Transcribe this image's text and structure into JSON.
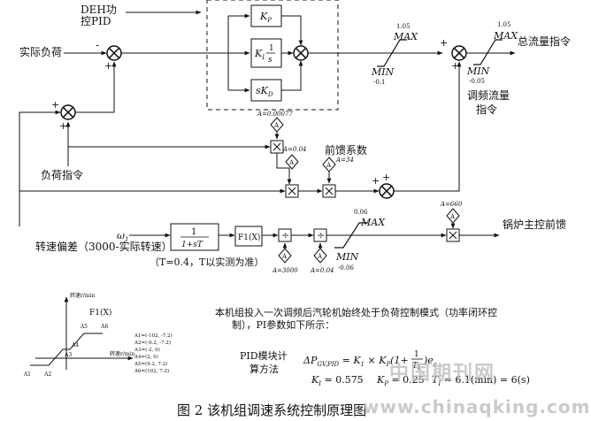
{
  "labels": {
    "deh_line1": "DEH功",
    "deh_line2": "控PID",
    "actual_load": "实际负荷",
    "load_command": "负荷指令",
    "total_flow_cmd": "总流量指令",
    "freq_flow_line1": "调频流量",
    "freq_flow_line2": "指令",
    "feedforward_coef": "前馈系数",
    "speed_deviation": "转速偏差（3000-实际转速）",
    "time_const_note": "（T=0.4，T以实测为准）",
    "boiler_feedforward": "锅炉主控前馈",
    "caption": "图 2  该机组调速系统控制原理图"
  },
  "blocks": {
    "kp": "Kp",
    "ki_line1": "KI",
    "ki_frac_num": "1",
    "ki_frac_den": "s",
    "kd": "sKD",
    "lag_num": "1",
    "lag_den": "1+sT",
    "fx": "F1(X)",
    "input_symbol": "ω"
  },
  "limiters": {
    "pid_max": "MAX",
    "pid_max_val": "1.05",
    "pid_min": "MIN",
    "pid_min_val": "-0.1",
    "out_max": "MAX",
    "out_max_val": "1.05",
    "out_min": "MIN",
    "out_min_val": "-0.05",
    "ff_max": "MAX",
    "ff_max_val": "0.06",
    "ff_min": "MIN",
    "ff_min_val": "-0.06"
  },
  "constants": {
    "c1": "A=0.00077",
    "c2": "A=0.04",
    "c3": "A=34",
    "c4": "A=3000",
    "c5": "A=0.04",
    "c6": "A=660",
    "a_symbol": "A"
  },
  "signs": {
    "plus": "+",
    "minus": "-"
  },
  "fx_plot": {
    "title": "F1(X)",
    "y_axis_label": "转速r/min",
    "x_axis_label": "转速r/min",
    "points": [
      "A1",
      "A2",
      "A3",
      "A4",
      "A5",
      "A6"
    ],
    "legend": [
      "A1=(-102, -7.2)",
      "A2=(-9.2, -7.2)",
      "A3=(-2, 0)",
      "A4=(2, 0)",
      "A5=(9.2, 7.2)",
      "A6=(102, 7.2)"
    ],
    "chart_data": {
      "type": "line",
      "x": [
        -102,
        -9.2,
        -2,
        2,
        9.2,
        102
      ],
      "y": [
        -7.2,
        -7.2,
        0,
        0,
        7.2,
        7.2
      ]
    }
  },
  "text_block": {
    "line1": "本机组投入一次调频后汽轮机始终处于负荷控制模式（功率闭环控",
    "line2": "制），PI参数如下所示：",
    "pid_label_1": "PID模块计",
    "pid_label_2": "算方法",
    "eq_lhs": "ΔP",
    "eq_lhs_sub": "GV,PID",
    "eq_rhs": "= K",
    "eq_rhs2": "× K",
    "eq_rhs3": "(1+",
    "eq_frac_num": "1",
    "eq_frac_den": "T",
    "eq_rhs4": ")e",
    "eq_sub_c": "c",
    "eq_sub_1": "1",
    "eq_sub_p": "P",
    "eq_sub_i": "I",
    "eq_sub_e": "e",
    "ki_eq": "K",
    "ki_val": "= 0.575",
    "kp_val": "= 0.25",
    "ti_eq": "T",
    "ti_val": "= 6.1(min) = 6(s)"
  },
  "watermark": {
    "cn": "中国期刊网",
    "url": "www.chinaqking.com"
  }
}
